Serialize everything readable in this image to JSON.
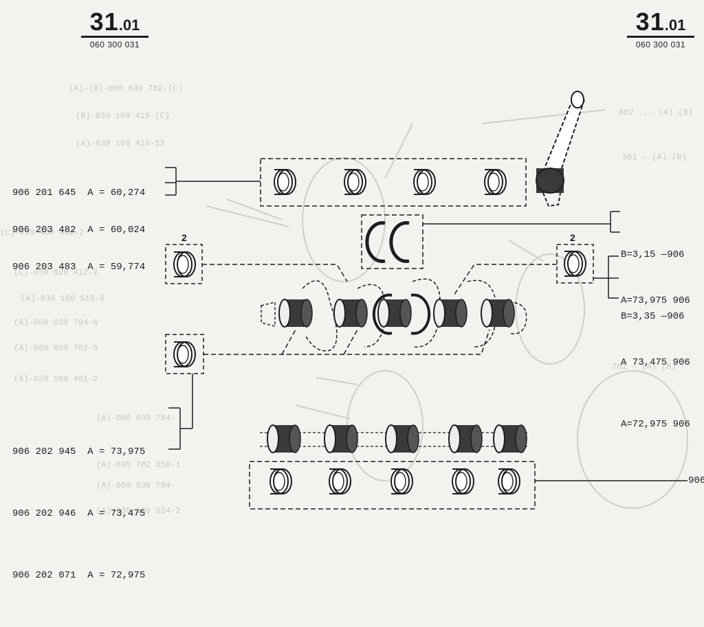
{
  "header_left": {
    "number": "31",
    "suffix": ".01",
    "code": "060 300 031"
  },
  "header_right": {
    "number": "31",
    "suffix": ".01",
    "code": "060 300 031"
  },
  "ghost_text": [
    "(A)-(B)-000 039 782-(C)",
    "(B)-039 160 419-(C)",
    "(A)-039 160 419-12",
    "(C)-039 460 402-2",
    "(C)-039 020 412-2",
    "(A)-039 160 519-6",
    "(A)-000 039 794-6",
    "(A)-000 039 782-5",
    "(A)-039 160 401-2",
    "(A)-000 039 794-",
    "(A)-095 702 359-1",
    "(A)-000 039 794-",
    "(A)-039 160 524-2",
    "602 ... (A) (B)",
    "301 — (A) (B)",
    "781 — (A) (B)"
  ],
  "conrod_bearings": {
    "lines": [
      "906 201 645  A = 60,274",
      "906 203 482  A = 60,024",
      "906 203 483  A = 59,774"
    ]
  },
  "thrust_washers": {
    "lines": [
      "B=3,15 —906",
      "B=3,35 —906"
    ]
  },
  "main_bearings_right": {
    "label": "2",
    "lines": [
      "A=73,975 906",
      "A 73,475 906",
      "A=72,975 906"
    ]
  },
  "main_bearings_left": {
    "label_top": "2",
    "lines": [
      "906 202 945  A = 73,975",
      "906 202 946  A = 73,475",
      "906 202 071  A = 72,975"
    ]
  },
  "camshaft_bearings": {
    "ref": "906"
  }
}
